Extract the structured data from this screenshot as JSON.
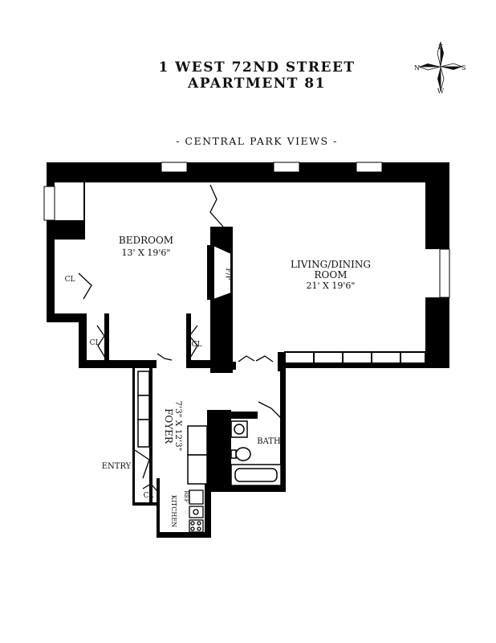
{
  "header": {
    "address": "1 WEST 72ND STREET",
    "unit": "APARTMENT 81",
    "views": "- CENTRAL PARK VIEWS -"
  },
  "compass": {
    "n": "N",
    "e": "E",
    "s": "S",
    "w": "W"
  },
  "rooms": {
    "bedroom": {
      "name": "BEDROOM",
      "size": "13' X 19'6\""
    },
    "living": {
      "name_line1": "LIVING/DINING",
      "name_line2": "ROOM",
      "size": "21' X 19'6\""
    },
    "foyer": {
      "name": "FOYER",
      "size": "7'3\" X 12'3\""
    },
    "bath": "BATH",
    "kitchen": "KITCHEN",
    "entry": "ENTRY",
    "fireplace": "F/P",
    "refrigerator": "REF",
    "closet": "CL"
  },
  "colors": {
    "wall": "#000000",
    "window": "#ffffff",
    "background": "#ffffff"
  }
}
